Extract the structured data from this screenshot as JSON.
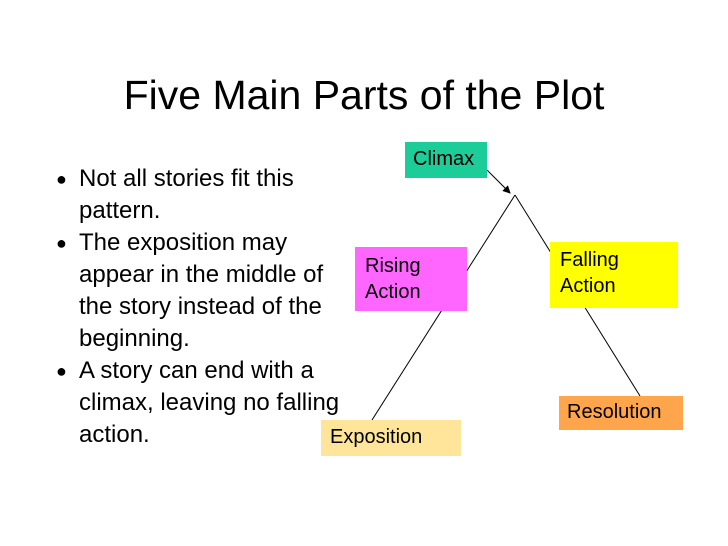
{
  "title": "Five Main Parts of the Plot",
  "bullets": [
    {
      "text": "Not all stories fit this pattern."
    },
    {
      "text": "The exposition may appear in the middle of the story instead of the beginning."
    },
    {
      "text": "A story can end with a climax, leaving no falling action."
    }
  ],
  "bullet_glyph": "●",
  "labels": {
    "climax": "Climax",
    "rising_line1": "Rising",
    "rising_line2": "Action",
    "falling_line1": "Falling",
    "falling_line2": "Action",
    "resolution": "Resolution",
    "exposition": "Exposition"
  },
  "colors": {
    "climax": "#1ccc99",
    "rising": "#ff66ff",
    "falling": "#ffff00",
    "resolution": "#ffa64d",
    "exposition": "#ffe599"
  }
}
